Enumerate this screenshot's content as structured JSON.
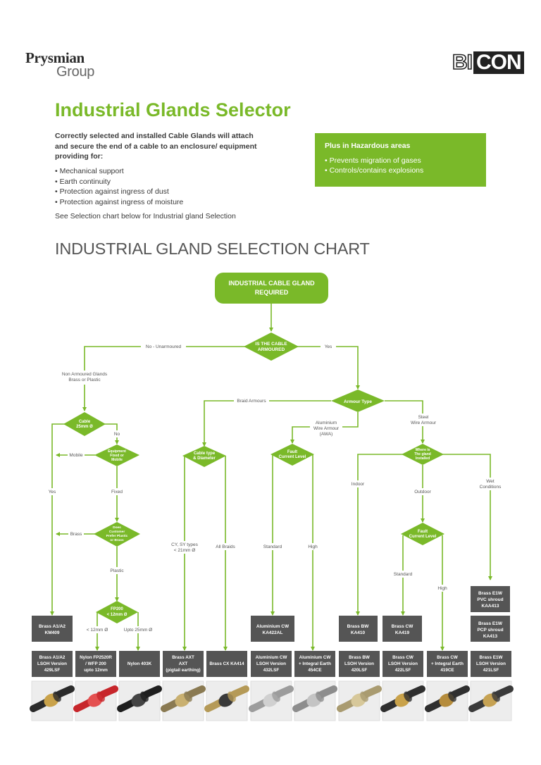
{
  "header": {
    "brand_left_main": "Prysmian",
    "brand_left_sub": "Group",
    "brand_right_a": "BI",
    "brand_right_b": "CON"
  },
  "intro": {
    "title": "Industrial Glands Selector",
    "lead": "Correctly selected and installed Cable Glands will attach and secure the end of a cable to an enclosure/ equipment providing for:",
    "bullets": [
      "Mechanical support",
      "Earth continuity",
      "Protection against ingress of dust",
      "Protection against ingress of moisture"
    ],
    "see_line": "See Selection chart below for Industrial gland Selection"
  },
  "hazard": {
    "title": "Plus in Hazardous areas",
    "bullets": [
      "Prevents migration of gases",
      "Controls/contains explosions"
    ]
  },
  "chart": {
    "title": "INDUSTRIAL GLAND SELECTION CHART",
    "accent_color": "#7ab929",
    "box_color": "#555555",
    "start": [
      "INDUSTRIAL CABLE GLAND",
      "REQUIRED"
    ],
    "armoured": [
      "IS THE CABLE",
      "ARMOURED"
    ],
    "armour_type": "Armour Type",
    "cable_25": [
      "Cable",
      "25mm Ø"
    ],
    "equip": [
      "Equipment",
      "Fixed or",
      "Mobile"
    ],
    "prefer": [
      "Does",
      "Customer",
      "Prefer Plastic",
      "or Brass"
    ],
    "fp200": [
      "FP200",
      "< 12mm Ø"
    ],
    "cable_type": [
      "Cable type",
      "& Diameter"
    ],
    "fault_awa": [
      "Fault",
      "Current Level"
    ],
    "where": [
      "Where is",
      "The gland",
      "Installed"
    ],
    "fault_swa": [
      "Fault",
      "Current Level"
    ],
    "labels": {
      "no_unarmoured": "No - Unarmoured",
      "yes": "Yes",
      "non_armoured": [
        "Non Armoured Glands",
        "Brass or Plastic"
      ],
      "braid_armours": "Braid Armours",
      "awa": [
        "Aluminium",
        "Wire Armour",
        "(AWA)"
      ],
      "steel": [
        "Steel",
        "Wire Armour"
      ],
      "no": "No",
      "mobile": "Mobile",
      "yes_left": "Yes",
      "fixed": "Fixed",
      "brass": "Brass",
      "plastic": "Plastic",
      "lt12": "< 12mm Ø",
      "upto25": "Upto 25mm Ø",
      "cy_sy": [
        "CY, SY types",
        "< 21mm Ø"
      ],
      "all_braids": "All Braids",
      "standard_awa": "Standard",
      "high_awa": "High",
      "indoor": "Indoor",
      "outdoor": "Outdoor",
      "wet": [
        "Wet",
        "Conditions"
      ],
      "standard_swa": "Standard",
      "high_swa": "High"
    },
    "boxes_row1": {
      "a1a2": [
        "Brass A1/A2",
        "KM409"
      ],
      "alcw": [
        "Aluminium CW",
        "KA422AL"
      ],
      "bw": [
        "Brass BW",
        "KA410"
      ],
      "cw": [
        "Brass CW",
        "KA419"
      ],
      "e1w_pvc": [
        "Brass E1W",
        "PVC shroud",
        "KAA413"
      ],
      "e1w_pcp": [
        "Brass E1W",
        "PCP shroud",
        "KA413"
      ]
    },
    "boxes_row2": [
      [
        "Brass A1/A2",
        "LSOH Version",
        "429LSF"
      ],
      [
        "Nylon FP2520R",
        "/ WFP 200",
        "upto 12mm"
      ],
      [
        "Nylon 403K"
      ],
      [
        "Brass AXT",
        "AXT",
        "(pigtail earthing)"
      ],
      [
        "Brass CX KA414"
      ],
      [
        "Aluminium CW",
        "LSOH Version",
        "432LSF"
      ],
      [
        "Aluminium CW",
        "+ Integral Earth",
        "454CE"
      ],
      [
        "Brass BW",
        "LSOH Version",
        "420LSF"
      ],
      [
        "Brass CW",
        "LSOH Version",
        "422LSF"
      ],
      [
        "Brass CW",
        "+ Integral Earth",
        "419CE"
      ],
      [
        "Brass E1W",
        "LSOH Version",
        "421LSF"
      ]
    ]
  }
}
